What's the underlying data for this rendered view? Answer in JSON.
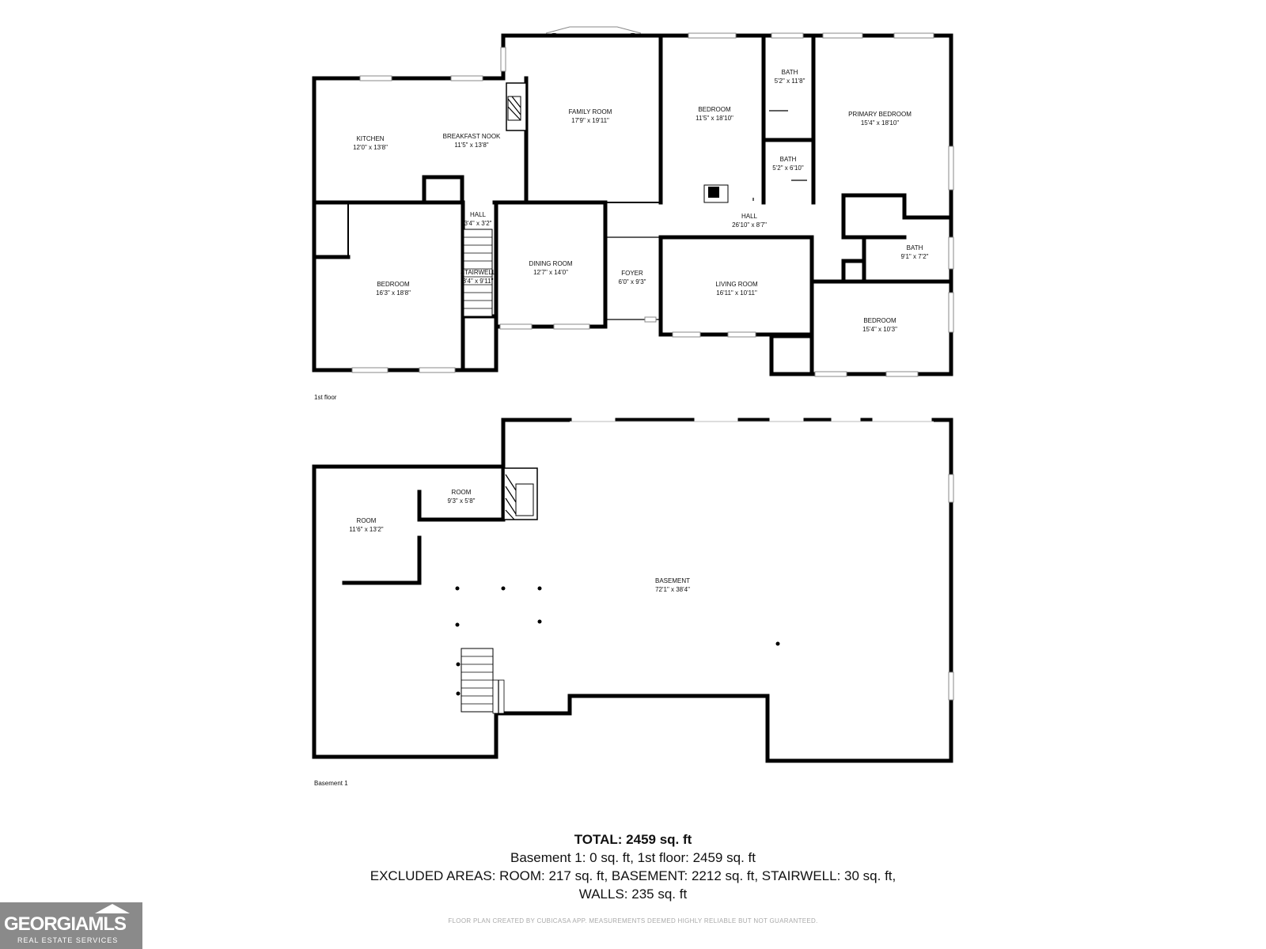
{
  "floors": [
    {
      "label": "1st floor"
    },
    {
      "label": "Basement 1"
    }
  ],
  "rooms_first_floor": [
    {
      "name": "KITCHEN",
      "size": "12'0\" x 13'8\""
    },
    {
      "name": "BREAKFAST NOOK",
      "size": "11'5\" x 13'8\""
    },
    {
      "name": "FAMILY ROOM",
      "size": "17'9\" x 19'11\""
    },
    {
      "name": "BEDROOM",
      "size": "11'5\" x 18'10\""
    },
    {
      "name": "BATH",
      "size": "5'2\" x 11'8\""
    },
    {
      "name": "BATH",
      "size": "5'2\" x 6'10\""
    },
    {
      "name": "PRIMARY BEDROOM",
      "size": "15'4\" x 18'10\""
    },
    {
      "name": "HALL",
      "size": "3'4\" x 3'2\""
    },
    {
      "name": "STAIRWELL",
      "size": "3'4\" x 9'11\""
    },
    {
      "name": "BEDROOM",
      "size": "16'3\" x 18'8\""
    },
    {
      "name": "DINING ROOM",
      "size": "12'7\" x 14'0\""
    },
    {
      "name": "FOYER",
      "size": "6'0\" x 9'3\""
    },
    {
      "name": "HALL",
      "size": "26'10\" x 8'7\""
    },
    {
      "name": "LIVING ROOM",
      "size": "16'11\" x 10'11\""
    },
    {
      "name": "BATH",
      "size": "9'1\" x 7'2\""
    },
    {
      "name": "BEDROOM",
      "size": "15'4\" x 10'3\""
    }
  ],
  "rooms_basement": [
    {
      "name": "ROOM",
      "size": "9'3\" x 5'8\""
    },
    {
      "name": "ROOM",
      "size": "11'6\" x 13'2\""
    },
    {
      "name": "BASEMENT",
      "size": "72'1\" x 38'4\""
    }
  ],
  "totals": {
    "total": "TOTAL: 2459 sq. ft",
    "line1": "Basement 1: 0 sq. ft, 1st floor: 2459 sq. ft",
    "line2": "EXCLUDED AREAS: ROOM: 217 sq. ft, BASEMENT: 2212 sq. ft, STAIRWELL: 30 sq. ft,",
    "line3": "WALLS: 235 sq. ft"
  },
  "disclaimer": "FLOOR PLAN CREATED BY CUBICASA APP. MEASUREMENTS DEEMED HIGHLY RELIABLE BUT NOT GUARANTEED.",
  "logo": {
    "name": "GEORGIAMLS",
    "sub": "REAL ESTATE SERVICES"
  }
}
